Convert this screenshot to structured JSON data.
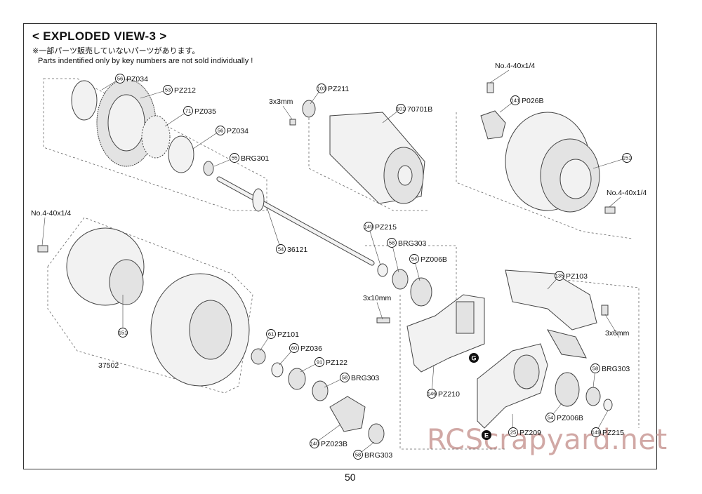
{
  "title": "< EXPLODED VIEW-3 >",
  "note_jp": "※一部パーツ販売していないパーツがあります。",
  "note_en": "Parts indentified only by key numbers are not sold individually !",
  "page_number": "50",
  "watermark": "RCScrapyard.net",
  "markers": {
    "g": "G",
    "e": "E"
  },
  "parts": {
    "p56a": {
      "key": "56",
      "code": "PZ034"
    },
    "p53": {
      "key": "53",
      "code": "PZ212"
    },
    "p71": {
      "key": "71",
      "code": "PZ035"
    },
    "p56b": {
      "key": "56",
      "code": "PZ034"
    },
    "p55": {
      "key": "55",
      "code": "BRG301"
    },
    "p103": {
      "key": "103",
      "code": "PZ211"
    },
    "p101": {
      "key": "101",
      "code": "70701B"
    },
    "p141": {
      "key": "141",
      "code": "P026B"
    },
    "p151r": {
      "key": "151",
      "code": ""
    },
    "p54a": {
      "key": "54",
      "code": "36121"
    },
    "p149a": {
      "key": "149",
      "code": "PZ215"
    },
    "p58a": {
      "key": "58",
      "code": "BRG303"
    },
    "p54b": {
      "key": "54",
      "code": "PZ006B"
    },
    "p135": {
      "key": "135",
      "code": "PZ103"
    },
    "p151l": {
      "key": "151",
      "code": ""
    },
    "p61": {
      "key": "61",
      "code": "PZ101"
    },
    "p60": {
      "key": "60",
      "code": "PZ036"
    },
    "p91": {
      "key": "91",
      "code": "PZ122"
    },
    "p58b": {
      "key": "58",
      "code": "BRG303"
    },
    "p146": {
      "key": "146",
      "code": "PZ210"
    },
    "p58c": {
      "key": "58",
      "code": "BRG303"
    },
    "p54c": {
      "key": "54",
      "code": "PZ006B"
    },
    "p25": {
      "key": "25",
      "code": "PZ209"
    },
    "p149b": {
      "key": "149",
      "code": "PZ215"
    },
    "p140": {
      "key": "140",
      "code": "PZ023B"
    },
    "p58d": {
      "key": "58",
      "code": "BRG303"
    }
  },
  "screws": {
    "s1": "No.4-40x1/4",
    "s2": "3x3mm",
    "s3": "No.4-40x1/4",
    "s4": "No.4-40x1/4",
    "s5": "3x10mm",
    "s6": "3x6mm"
  },
  "assembly_code": "37502"
}
